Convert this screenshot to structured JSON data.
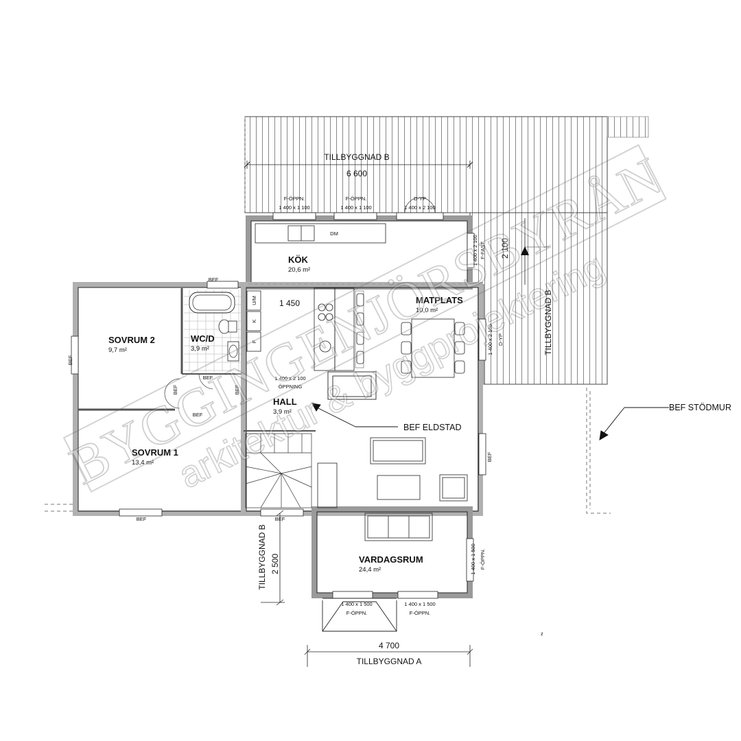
{
  "watermark": {
    "brand": "BYGGINGENJÖRSBYRÅN",
    "tagline": "arkitektur & byggprojektering"
  },
  "rooms": {
    "kok": {
      "name": "KÖK",
      "area": "20,6 m²"
    },
    "matplats": {
      "name": "MATPLATS",
      "area": "10,0 m²"
    },
    "sovrum2": {
      "name": "SOVRUM 2",
      "area": "9,7 m²"
    },
    "wcd": {
      "name": "WC/D",
      "area": "3,9 m²"
    },
    "hall": {
      "name": "HALL",
      "area": "3,9 m²"
    },
    "sovrum1": {
      "name": "SOVRUM 1",
      "area": "13,4 m²"
    },
    "vardagsrum": {
      "name": "VARDAGSRUM",
      "area": "24,4 m²"
    }
  },
  "annex": {
    "b_top": "TILLBYGGNAD B",
    "b_top_dim": "6 600",
    "b_right": "TILLBYGGNAD B",
    "b_right_dim": "2 100",
    "b_left": "TILLBYGGNAD B",
    "b_left_dim": "2 500",
    "a_bottom": "TILLBYGGNAD A",
    "a_bottom_dim": "4 700"
  },
  "openings": {
    "w_top1_type": "F-ÖPPN.",
    "w_top1_size": "1 400 x 1 100",
    "w_top2_type": "F-ÖPPN.",
    "w_top2_size": "1 400 x 1 100",
    "d_top_type": "D-YP",
    "d_top_size": "1 400 x 2 100",
    "w_kok_right_size": "1 400 x 2 100",
    "w_kok_right_type": "F-FAST",
    "d_matplats_size": "1 400 x 2 100",
    "d_matplats_type": "D-YP",
    "hall_open_size": "1 400 x 2 100",
    "hall_open_type": "ÖPPNING",
    "w_vard_right_size": "1 400 x 1 500",
    "w_vard_right_type": "F-ÖPPN.",
    "w_vard_b1_size": "1 400 x 1 500",
    "w_vard_b1_type": "F-ÖPPN.",
    "w_vard_b2_size": "1 400 x 1 500",
    "w_vard_b2_type": "F-ÖPPN."
  },
  "bef": "BEF",
  "kitchen": {
    "dm": "DM",
    "um": "U/M",
    "k": "K",
    "f": "F",
    "dim": "1 450"
  },
  "notes": {
    "eldstad": "BEF ELDSTAD",
    "stodmur": "BEF STÖDMUR"
  },
  "misc": {
    "z": "z"
  }
}
